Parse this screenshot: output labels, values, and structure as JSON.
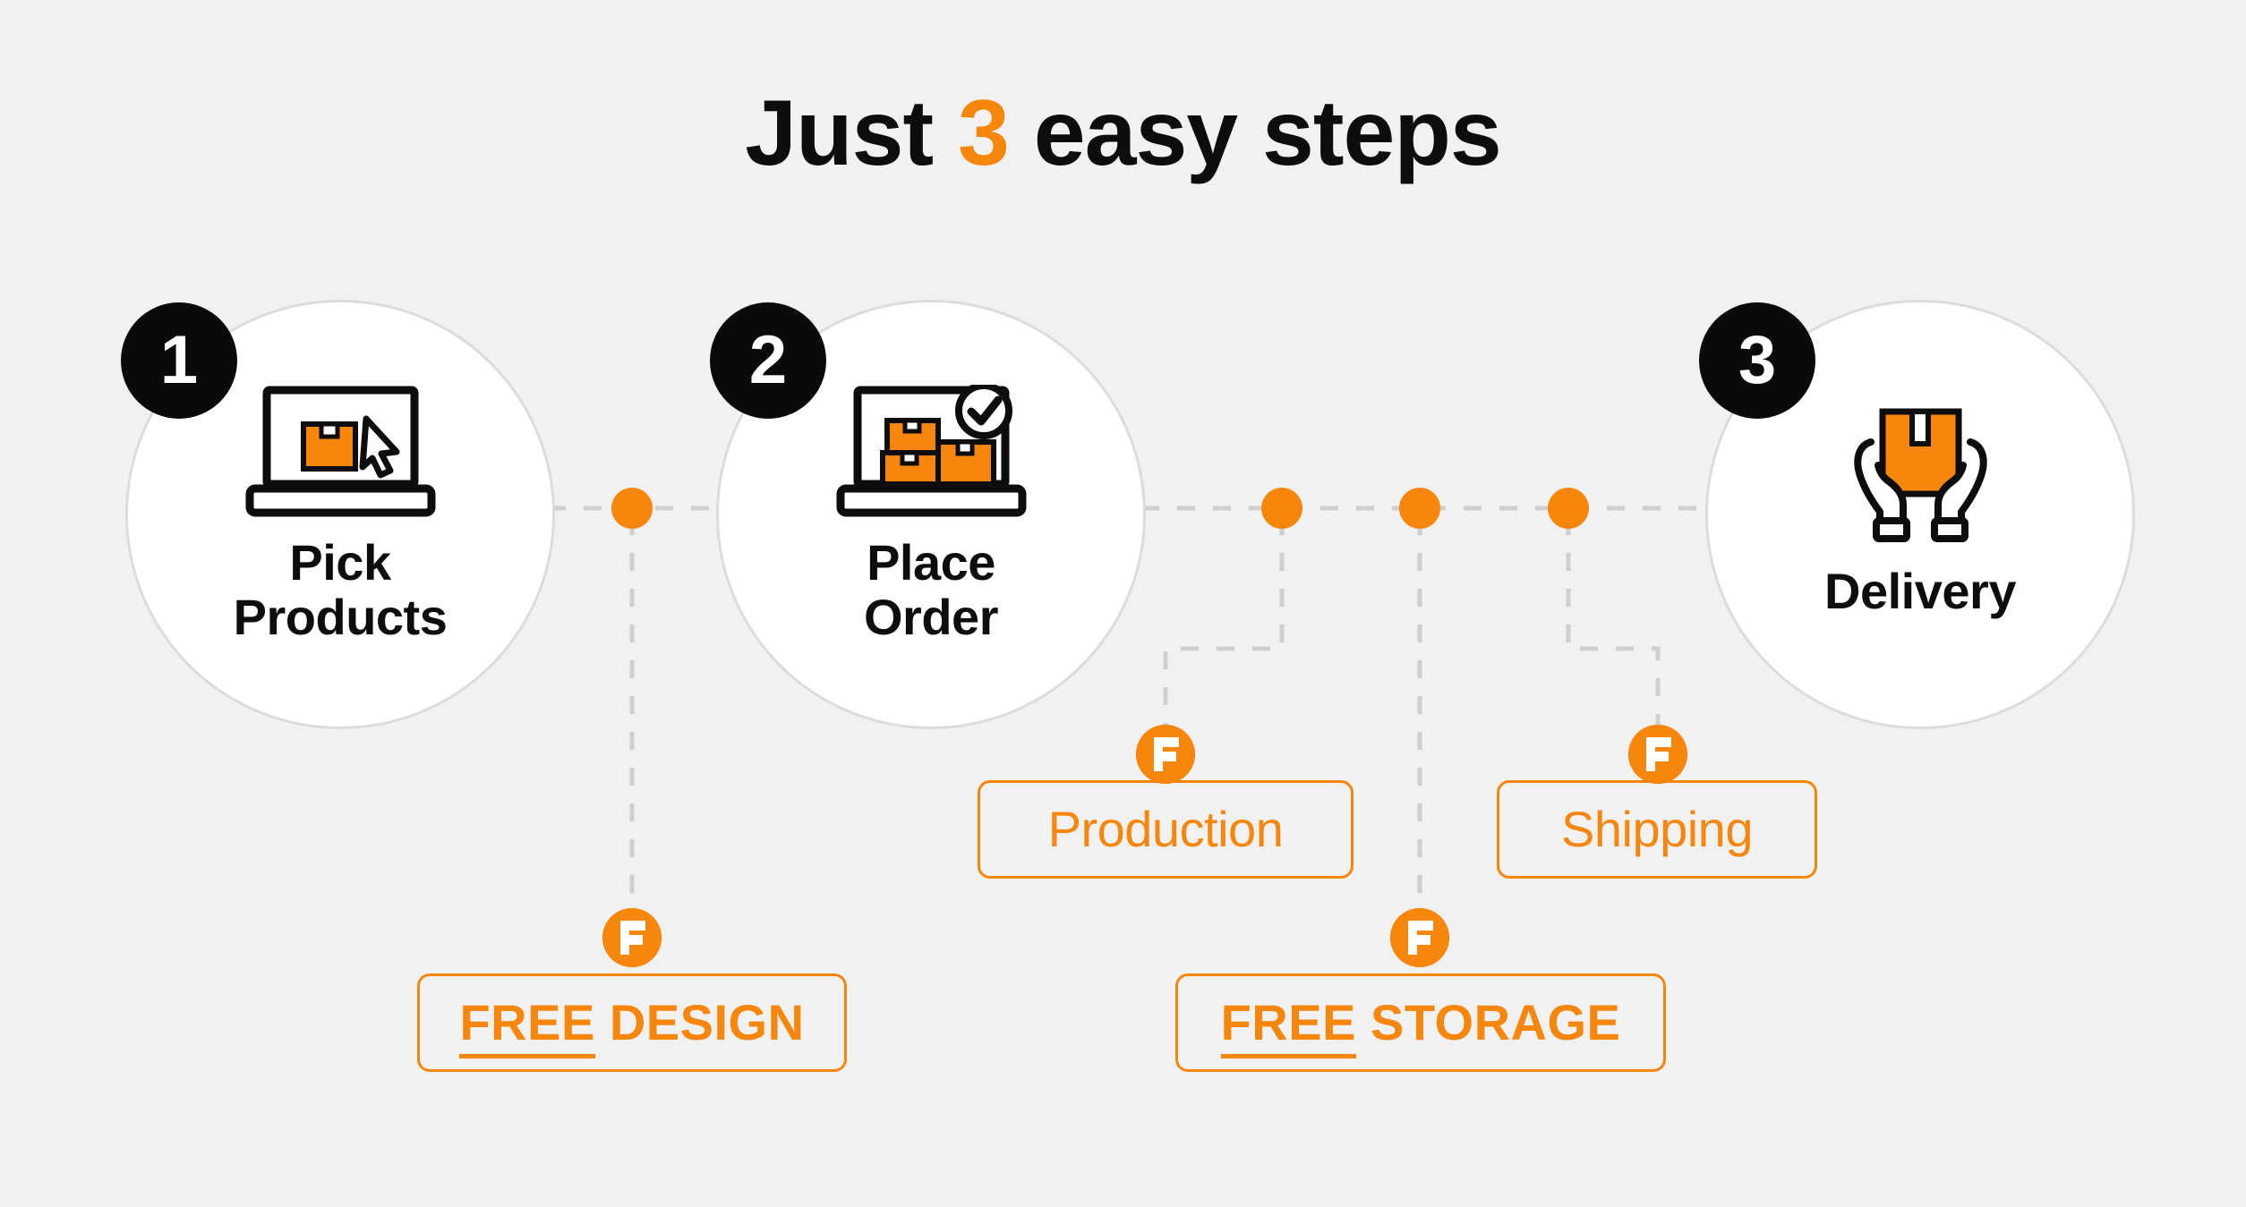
{
  "theme": {
    "background": "#f1f1f1",
    "accent": "#f7860d",
    "ink": "#0d0d0d",
    "circle_fill": "#ffffff",
    "circle_border": "#dcdcdc",
    "dash_color": "#cfcfcf",
    "badge_fill": "#0a0a0a"
  },
  "title": {
    "before": "Just ",
    "accent": "3",
    "after": " easy steps",
    "full": "Just 3 easy steps"
  },
  "steps": [
    {
      "number": "1",
      "label": "Pick\nProducts",
      "icon": "laptop-box-cursor-icon"
    },
    {
      "number": "2",
      "label": "Place\nOrder",
      "icon": "laptop-boxes-check-icon"
    },
    {
      "number": "3",
      "label": "Delivery",
      "icon": "hands-holding-box-icon"
    }
  ],
  "pills": [
    {
      "id": "free-design",
      "underlined": "FREE",
      "rest": " DESIGN",
      "style": "strong",
      "marker_icon": "f-logo-icon"
    },
    {
      "id": "production",
      "underlined": "",
      "rest": "Production",
      "style": "soft",
      "marker_icon": "f-logo-icon"
    },
    {
      "id": "free-storage",
      "underlined": "FREE",
      "rest": " STORAGE",
      "style": "strong",
      "marker_icon": "f-logo-icon"
    },
    {
      "id": "shipping",
      "underlined": "",
      "rest": "Shipping",
      "style": "soft",
      "marker_icon": "f-logo-icon"
    }
  ],
  "connectors": {
    "dot_count": 4,
    "dot_color": "#f7860d",
    "line_style": "dashed"
  }
}
